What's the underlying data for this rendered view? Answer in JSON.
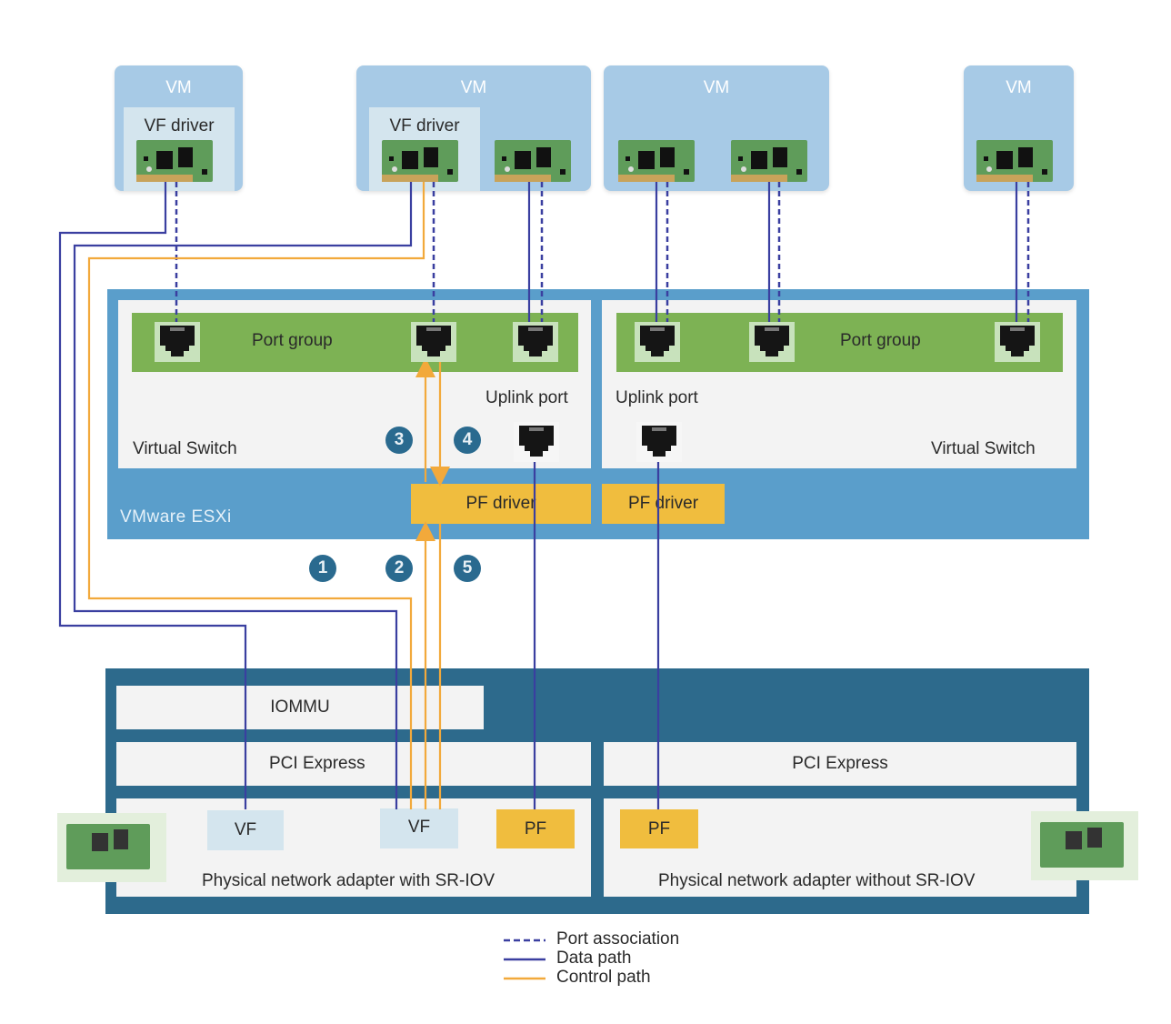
{
  "vms": [
    {
      "title": "VM",
      "vf_driver_label": "VF driver"
    },
    {
      "title": "VM",
      "vf_driver_label": "VF driver"
    },
    {
      "title": "VM"
    },
    {
      "title": "VM"
    }
  ],
  "esxi": {
    "label": "VMware ESXi",
    "left_switch": {
      "label": "Virtual Switch",
      "port_group": "Port group",
      "uplink": "Uplink port"
    },
    "right_switch": {
      "label": "Virtual Switch",
      "port_group": "Port group",
      "uplink": "Uplink port"
    },
    "pf_driver_left": "PF driver",
    "pf_driver_right": "PF driver"
  },
  "steps": [
    "1",
    "2",
    "3",
    "4",
    "5"
  ],
  "host": {
    "iommu": "IOMMU",
    "pci_left": "PCI Express",
    "pci_right": "PCI Express",
    "adapter_sriov": {
      "label": "Physical network adapter with SR-IOV",
      "vf1": "VF",
      "vf2": "VF",
      "pf": "PF"
    },
    "adapter_no_sriov": {
      "label": "Physical network adapter without SR-IOV",
      "pf": "PF"
    }
  },
  "legend": [
    {
      "style": "dashed",
      "color": "#3a3fa0",
      "label": "Port association"
    },
    {
      "style": "solid",
      "color": "#3a3fa0",
      "label": "Data path"
    },
    {
      "style": "solid",
      "color": "#f2a93b",
      "label": "Control path"
    }
  ],
  "colors": {
    "data_path": "#3a3fa0",
    "control_path": "#f2a93b",
    "vm": "#a7cae6",
    "esxi": "#5a9ecb",
    "port_group": "#7db254",
    "pf": "#f0bd3e",
    "host": "#2d6a8c",
    "badge": "#2a6a8f"
  }
}
